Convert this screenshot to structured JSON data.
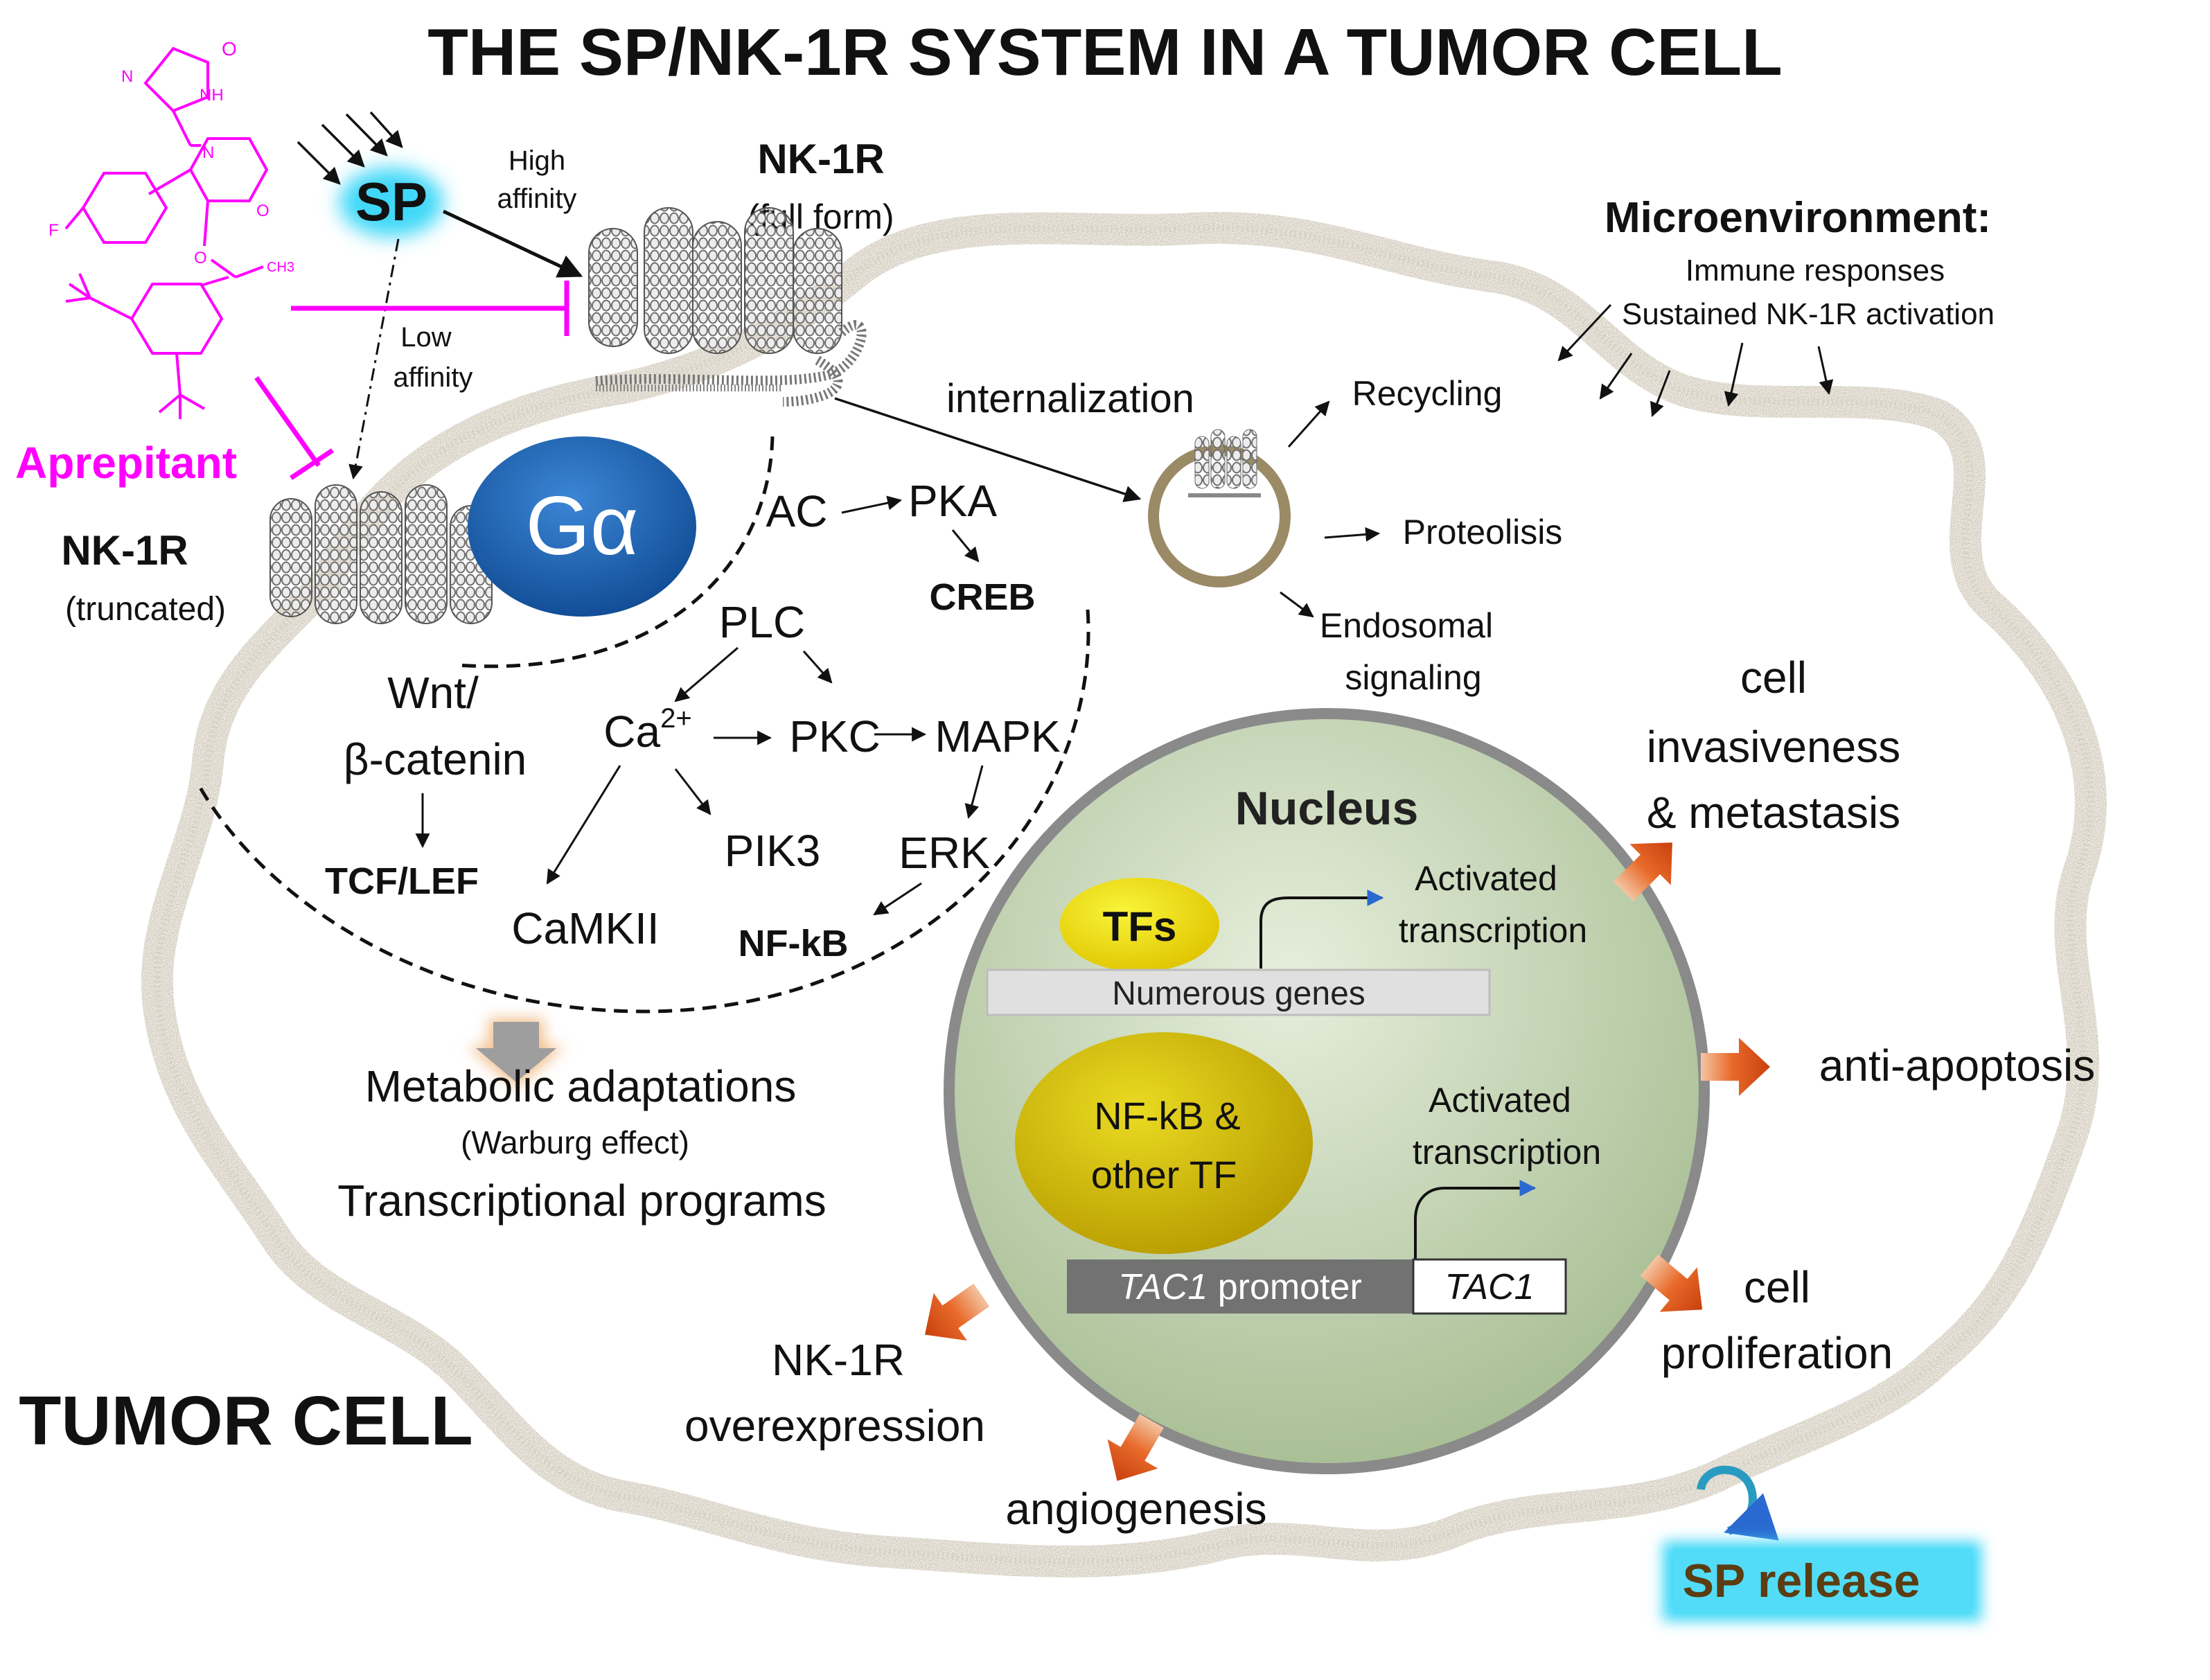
{
  "title": "THE SP/NK-1R SYSTEM IN A TUMOR CELL",
  "cell_label": "TUMOR CELL",
  "ligand": {
    "sp": "SP",
    "high_affinity": [
      "High",
      "affinity"
    ],
    "low_affinity": [
      "Low",
      "affinity"
    ]
  },
  "drug": {
    "name": "Aprepitant",
    "atom_o": "O",
    "atom_nh": "NH",
    "atom_n": "N",
    "atom_f": "F",
    "atom_ch3": "CH3"
  },
  "receptor_full": {
    "name": "NK-1R",
    "form": "(full form)"
  },
  "receptor_truncated": {
    "name": "NK-1R",
    "form": "(truncated)"
  },
  "g_protein": "Gα",
  "signaling": {
    "ac": "AC",
    "pka": "PKA",
    "creb": "CREB",
    "plc": "PLC",
    "ca": "Ca",
    "ca_sup": "2+",
    "pkc": "PKC",
    "mapk": "MAPK",
    "pik3": "PIK3",
    "erk": "ERK",
    "nfkb": "NF-kB",
    "camkii": "CaMKII",
    "wnt": "Wnt/",
    "catenin": "β-catenin",
    "tcf": "TCF/LEF"
  },
  "internalization": {
    "label": "internalization",
    "recycling": "Recycling",
    "proteolysis": "Proteolisis",
    "endosomal": [
      "Endosomal",
      "signaling"
    ]
  },
  "microenvironment": {
    "title": "Microenvironment:",
    "line1": "Immune responses",
    "line2": "Sustained  NK-1R activation"
  },
  "metabolic": {
    "line1": "Metabolic adaptations",
    "line2": "(Warburg effect)",
    "line3": "Transcriptional programs"
  },
  "nucleus": {
    "title": "Nucleus",
    "tfs": "TFs",
    "activated": [
      "Activated",
      "transcription"
    ],
    "genes": "Numerous genes",
    "nfkb_tf": [
      "NF-kB &",
      "other TF"
    ],
    "promoter_gene": "TAC1",
    "promoter_rest": " promoter",
    "tac1": "TAC1"
  },
  "outcomes": {
    "invasiveness": [
      "cell",
      "invasiveness",
      "& metastasis"
    ],
    "anti_apoptosis": "anti-apoptosis",
    "proliferation": [
      "cell",
      "proliferation"
    ],
    "overexpression": [
      "NK-1R",
      "overexpression"
    ],
    "angiogenesis": "angiogenesis",
    "sp_release": "SP release"
  },
  "colors": {
    "drug": "#ff00ff",
    "g_protein": "#1f5fb0",
    "orange_arrow": "#e2591b",
    "sp_glow": "#40d8f8",
    "membrane": "#b5a88c",
    "nucleus_fill": "#c3d3b0",
    "sp_release_text": "#5b3d12"
  }
}
